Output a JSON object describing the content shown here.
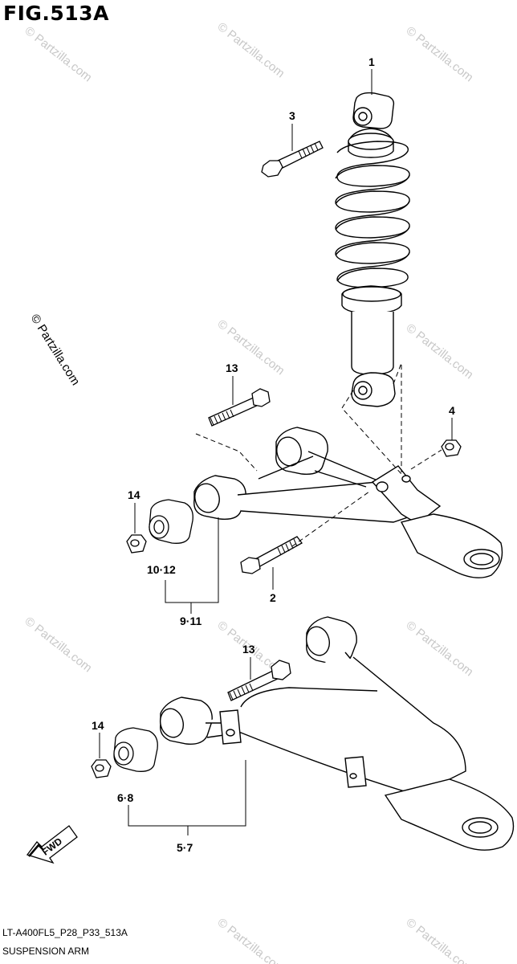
{
  "figure": {
    "title": "FIG.513A",
    "code": "LT-A400FL5_P28_P33_513A",
    "caption": "SUSPENSION ARM"
  },
  "watermark": {
    "text": "© Partzilla.com",
    "color": "#c8c8c8"
  },
  "callouts": {
    "c1": "1",
    "c2": "2",
    "c3": "3",
    "c4": "4",
    "c13a": "13",
    "c14a": "14",
    "c10_12": "10·12",
    "c9_11": "9·11",
    "c13b": "13",
    "c14b": "14",
    "c6_8": "6·8",
    "c5_7": "5·7"
  },
  "fwd_marker": {
    "label": "FWD",
    "icon": "fwd-arrow-icon"
  }
}
